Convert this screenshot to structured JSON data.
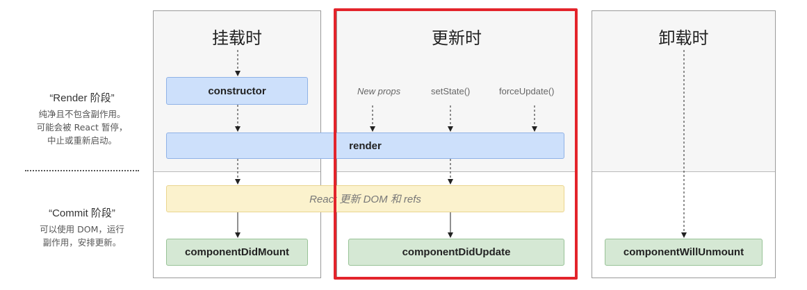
{
  "side": {
    "render_title": "“Render 阶段”",
    "render_desc": [
      "纯净且不包含副作用。",
      "可能会被 React 暂停，",
      "中止或重新启动。"
    ],
    "commit_title": "“Commit 阶段”",
    "commit_desc": [
      "可以使用 DOM，运行",
      "副作用，安排更新。"
    ]
  },
  "columns": {
    "mount": "挂载时",
    "update": "更新时",
    "unmount": "卸载时"
  },
  "triggers": {
    "new_props": "New props",
    "set_state": "setState()",
    "force_update": "forceUpdate()"
  },
  "boxes": {
    "constructor": "constructor",
    "render": "render",
    "react_updates": "React 更新 DOM 和 refs",
    "did_mount": "componentDidMount",
    "did_update": "componentDidUpdate",
    "will_unmount": "componentWillUnmount"
  },
  "colors": {
    "highlight": "#e3242b",
    "lifecycle_box": "#cde0fb",
    "commit_box": "#d5e8d4",
    "dom_update_box": "#fbf2cd"
  }
}
